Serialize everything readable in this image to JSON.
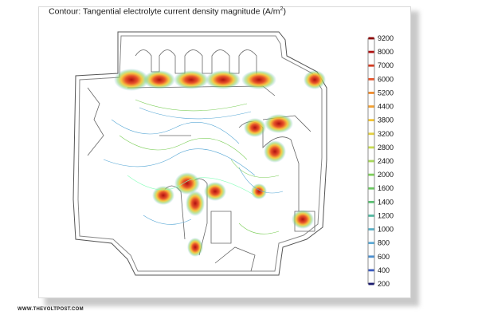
{
  "watermark": "WWW.THEVOLTPOST.COM",
  "chart_data": {
    "type": "heatmap",
    "title": "Contour: Tangential electrolyte current density magnitude (A/m²)",
    "title_main": "Contour: Tangential electrolyte current density magnitude (A/m",
    "title_sup": "2",
    "title_end": ")",
    "colorbar": {
      "min": 200,
      "max": 9200,
      "ticks": [
        9200,
        8000,
        7000,
        6000,
        5200,
        4400,
        3800,
        3200,
        2800,
        2400,
        2000,
        1600,
        1400,
        1200,
        1000,
        800,
        600,
        400,
        200
      ],
      "colors": {
        "high": "#8b0000",
        "mid_high": "#e8542a",
        "mid": "#f4c430",
        "mid_low": "#7dcf5a",
        "low": "#5aa9d6",
        "lowest": "#1a1a6e"
      }
    }
  }
}
